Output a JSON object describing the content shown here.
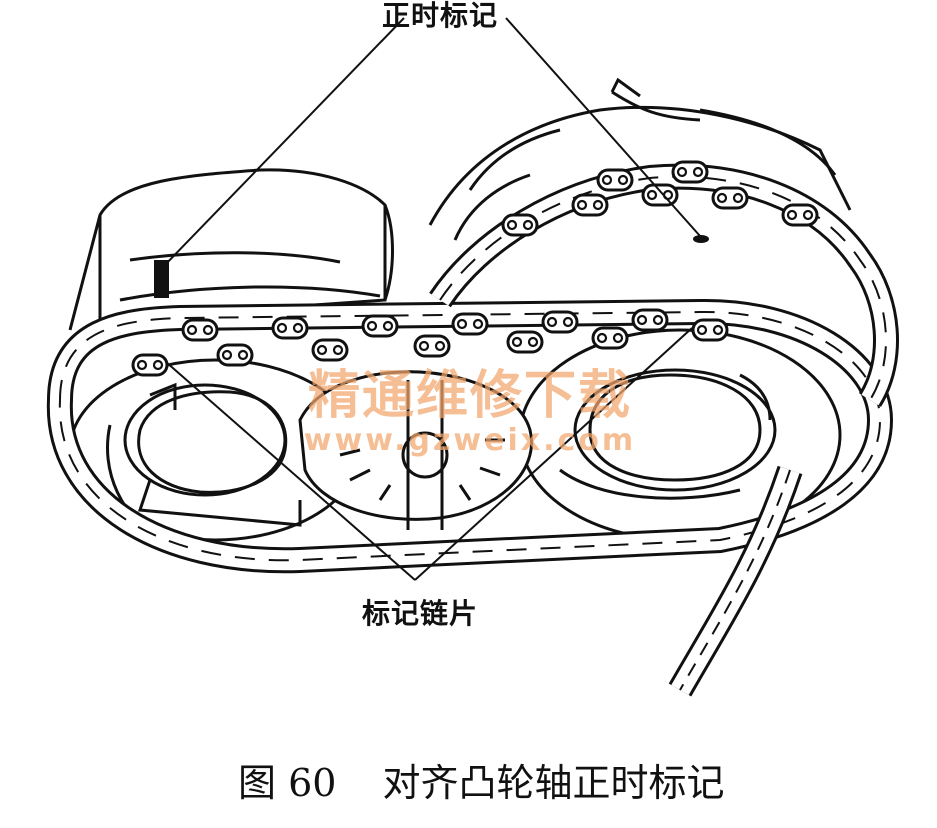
{
  "labels": {
    "timing_mark": "正时标记",
    "marked_link": "标记链片"
  },
  "caption": {
    "figure_number": "图 60",
    "title": "对齐凸轮轴正时标记"
  },
  "watermark": {
    "title": "精通维修下载",
    "url": "www.gzweix.com"
  },
  "colors": {
    "line": "#111111",
    "watermark": "#f2a66b",
    "background": "#ffffff"
  }
}
